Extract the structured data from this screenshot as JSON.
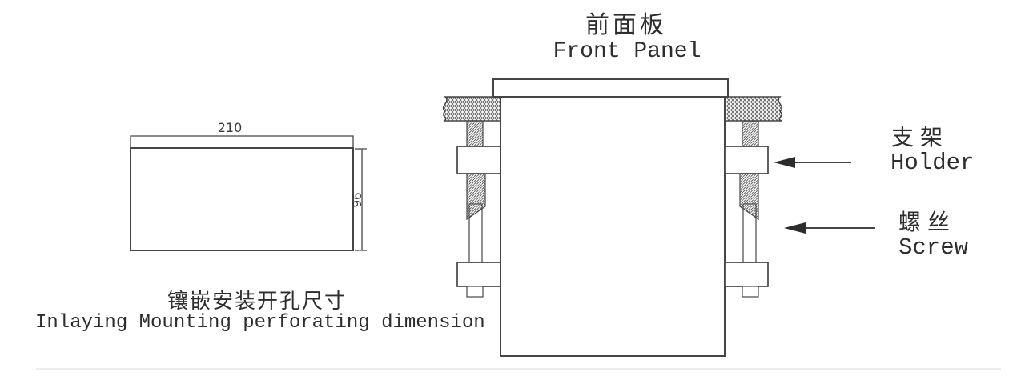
{
  "cutout_drawing": {
    "width_label": "210",
    "height_label": "96",
    "caption_cjk": "镶嵌安装开孔尺寸",
    "caption_en": "Inlaying Mounting perforating dimension"
  },
  "mounting_diagram": {
    "title_cjk": "前面板",
    "title_en": "Front Panel",
    "holder_label_cjk": "支架",
    "holder_label_en": "Holder",
    "screw_label_cjk": "螺丝",
    "screw_label_en": "Screw"
  },
  "colors": {
    "line": "#454545",
    "text": "#2d2d2d",
    "background": "#ffffff"
  }
}
